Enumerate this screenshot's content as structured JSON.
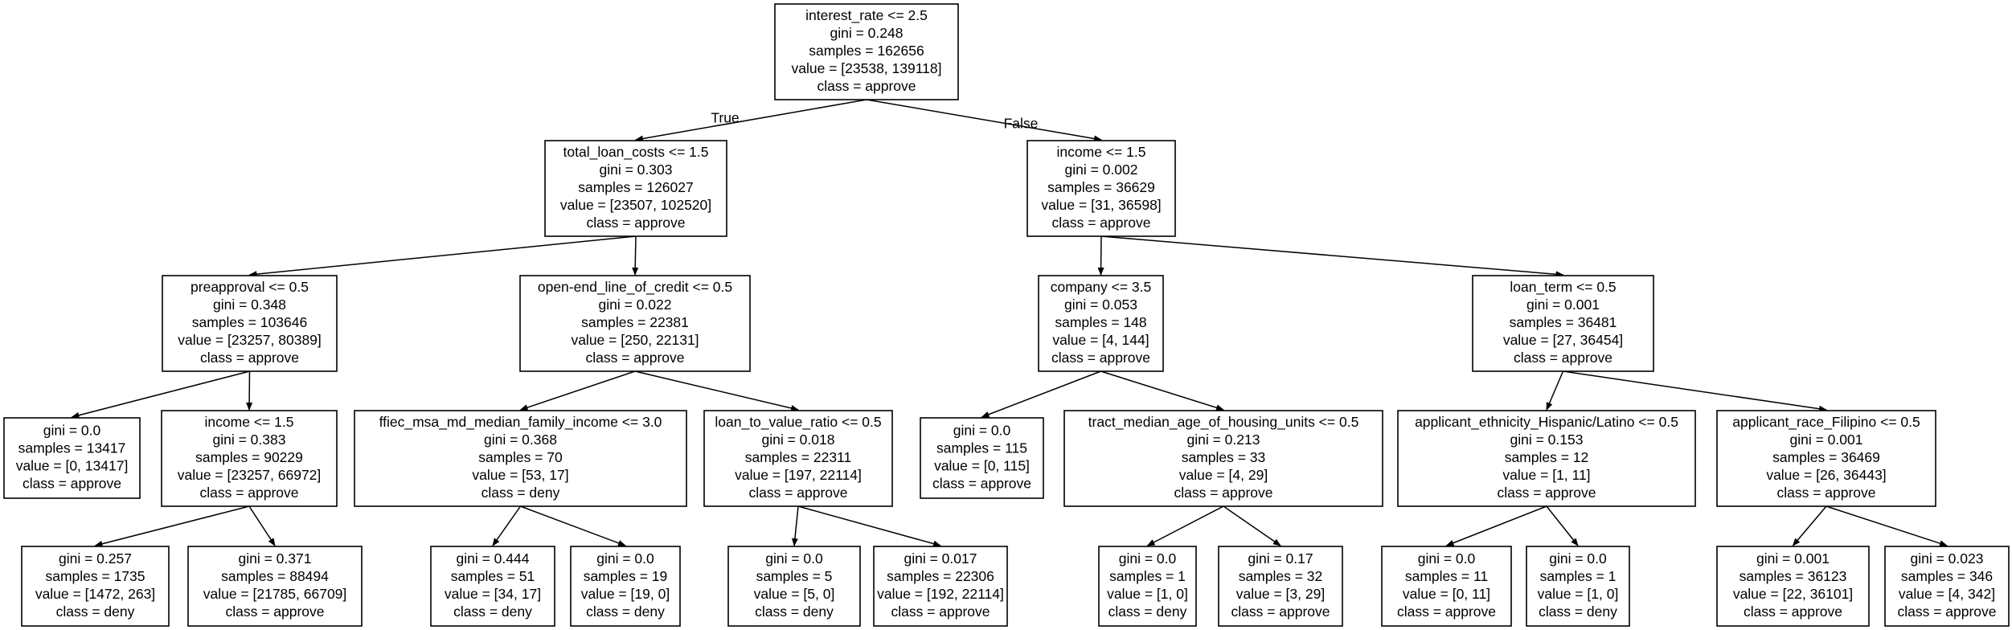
{
  "tree": {
    "nodes": [
      {
        "id": "n0",
        "lines": [
          "interest_rate <= 2.5",
          "gini = 0.248",
          "samples = 162656",
          "value = [23538, 139118]",
          "class = approve"
        ]
      },
      {
        "id": "n1",
        "lines": [
          "total_loan_costs <= 1.5",
          "gini = 0.303",
          "samples = 126027",
          "value = [23507, 102520]",
          "class = approve"
        ]
      },
      {
        "id": "n2",
        "lines": [
          "income <= 1.5",
          "gini = 0.002",
          "samples = 36629",
          "value = [31, 36598]",
          "class = approve"
        ]
      },
      {
        "id": "n3",
        "lines": [
          "preapproval <= 0.5",
          "gini = 0.348",
          "samples = 103646",
          "value = [23257, 80389]",
          "class = approve"
        ]
      },
      {
        "id": "n4",
        "lines": [
          "open-end_line_of_credit <= 0.5",
          "gini = 0.022",
          "samples = 22381",
          "value = [250, 22131]",
          "class = approve"
        ]
      },
      {
        "id": "n5",
        "lines": [
          "company <= 3.5",
          "gini = 0.053",
          "samples = 148",
          "value = [4, 144]",
          "class = approve"
        ]
      },
      {
        "id": "n6",
        "lines": [
          "loan_term <= 0.5",
          "gini = 0.001",
          "samples = 36481",
          "value = [27, 36454]",
          "class = approve"
        ]
      },
      {
        "id": "n7",
        "lines": [
          "gini = 0.0",
          "samples = 13417",
          "value = [0, 13417]",
          "class = approve"
        ]
      },
      {
        "id": "n8",
        "lines": [
          "income <= 1.5",
          "gini = 0.383",
          "samples = 90229",
          "value = [23257, 66972]",
          "class = approve"
        ]
      },
      {
        "id": "n9",
        "lines": [
          "ffiec_msa_md_median_family_income <= 3.0",
          "gini = 0.368",
          "samples = 70",
          "value = [53, 17]",
          "class = deny"
        ]
      },
      {
        "id": "n10",
        "lines": [
          "loan_to_value_ratio <= 0.5",
          "gini = 0.018",
          "samples = 22311",
          "value = [197, 22114]",
          "class = approve"
        ]
      },
      {
        "id": "n11",
        "lines": [
          "gini = 0.0",
          "samples = 115",
          "value = [0, 115]",
          "class = approve"
        ]
      },
      {
        "id": "n12",
        "lines": [
          "tract_median_age_of_housing_units <= 0.5",
          "gini = 0.213",
          "samples = 33",
          "value = [4, 29]",
          "class = approve"
        ]
      },
      {
        "id": "n13",
        "lines": [
          "applicant_ethnicity_Hispanic/Latino <= 0.5",
          "gini = 0.153",
          "samples = 12",
          "value = [1, 11]",
          "class = approve"
        ]
      },
      {
        "id": "n14",
        "lines": [
          "applicant_race_Filipino <= 0.5",
          "gini = 0.001",
          "samples = 36469",
          "value = [26, 36443]",
          "class = approve"
        ]
      },
      {
        "id": "n15",
        "lines": [
          "gini = 0.257",
          "samples = 1735",
          "value = [1472, 263]",
          "class = deny"
        ]
      },
      {
        "id": "n16",
        "lines": [
          "gini = 0.371",
          "samples = 88494",
          "value = [21785, 66709]",
          "class = approve"
        ]
      },
      {
        "id": "n17",
        "lines": [
          "gini = 0.444",
          "samples = 51",
          "value = [34, 17]",
          "class = deny"
        ]
      },
      {
        "id": "n18",
        "lines": [
          "gini = 0.0",
          "samples = 19",
          "value = [19, 0]",
          "class = deny"
        ]
      },
      {
        "id": "n19",
        "lines": [
          "gini = 0.0",
          "samples = 5",
          "value = [5, 0]",
          "class = deny"
        ]
      },
      {
        "id": "n20",
        "lines": [
          "gini = 0.017",
          "samples = 22306",
          "value = [192, 22114]",
          "class = approve"
        ]
      },
      {
        "id": "n21",
        "lines": [
          "gini = 0.0",
          "samples = 1",
          "value = [1, 0]",
          "class = deny"
        ]
      },
      {
        "id": "n22",
        "lines": [
          "gini = 0.17",
          "samples = 32",
          "value = [3, 29]",
          "class = approve"
        ]
      },
      {
        "id": "n23",
        "lines": [
          "gini = 0.0",
          "samples = 11",
          "value = [0, 11]",
          "class = approve"
        ]
      },
      {
        "id": "n24",
        "lines": [
          "gini = 0.0",
          "samples = 1",
          "value = [1, 0]",
          "class = deny"
        ]
      },
      {
        "id": "n25",
        "lines": [
          "gini = 0.001",
          "samples = 36123",
          "value = [22, 36101]",
          "class = approve"
        ]
      },
      {
        "id": "n26",
        "lines": [
          "gini = 0.023",
          "samples = 346",
          "value = [4, 342]",
          "class = approve"
        ]
      }
    ],
    "edges": [
      {
        "from": "n0",
        "to": "n1",
        "label": "True"
      },
      {
        "from": "n0",
        "to": "n2",
        "label": "False"
      },
      {
        "from": "n1",
        "to": "n3",
        "label": ""
      },
      {
        "from": "n1",
        "to": "n4",
        "label": ""
      },
      {
        "from": "n2",
        "to": "n5",
        "label": ""
      },
      {
        "from": "n2",
        "to": "n6",
        "label": ""
      },
      {
        "from": "n3",
        "to": "n7",
        "label": ""
      },
      {
        "from": "n3",
        "to": "n8",
        "label": ""
      },
      {
        "from": "n4",
        "to": "n9",
        "label": ""
      },
      {
        "from": "n4",
        "to": "n10",
        "label": ""
      },
      {
        "from": "n5",
        "to": "n11",
        "label": ""
      },
      {
        "from": "n5",
        "to": "n12",
        "label": ""
      },
      {
        "from": "n6",
        "to": "n13",
        "label": ""
      },
      {
        "from": "n6",
        "to": "n14",
        "label": ""
      },
      {
        "from": "n8",
        "to": "n15",
        "label": ""
      },
      {
        "from": "n8",
        "to": "n16",
        "label": ""
      },
      {
        "from": "n9",
        "to": "n17",
        "label": ""
      },
      {
        "from": "n9",
        "to": "n18",
        "label": ""
      },
      {
        "from": "n10",
        "to": "n19",
        "label": ""
      },
      {
        "from": "n10",
        "to": "n20",
        "label": ""
      },
      {
        "from": "n12",
        "to": "n21",
        "label": ""
      },
      {
        "from": "n12",
        "to": "n22",
        "label": ""
      },
      {
        "from": "n13",
        "to": "n23",
        "label": ""
      },
      {
        "from": "n13",
        "to": "n24",
        "label": ""
      },
      {
        "from": "n14",
        "to": "n25",
        "label": ""
      },
      {
        "from": "n14",
        "to": "n26",
        "label": ""
      }
    ]
  }
}
